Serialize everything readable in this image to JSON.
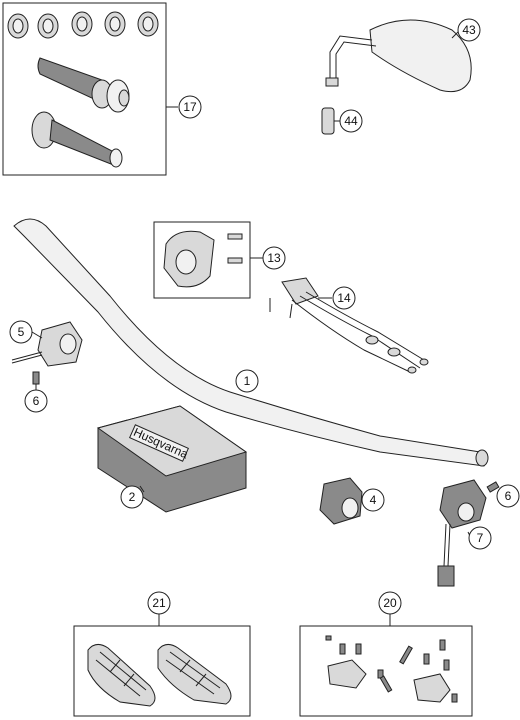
{
  "diagram": {
    "callouts": {
      "c1": "1",
      "c2": "2",
      "c4": "4",
      "c5": "5",
      "c6a": "6",
      "c6b": "6",
      "c7": "7",
      "c13": "13",
      "c14": "14",
      "c17": "17",
      "c20": "20",
      "c21": "21",
      "c43": "43",
      "c44": "44"
    },
    "pad_brand_text": "Husqvarna"
  }
}
